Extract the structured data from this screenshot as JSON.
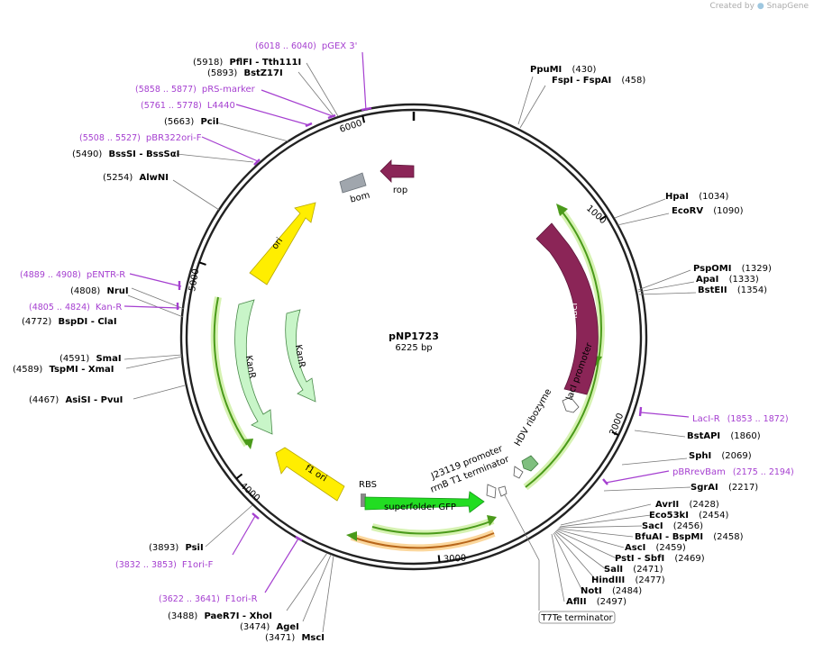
{
  "credit": {
    "prefix": "Created by",
    "brand": "SnapGene"
  },
  "plasmid": {
    "name": "pNP1723",
    "size": "6225 bp"
  },
  "ticks": [
    "1000",
    "2000",
    "3000",
    "4000",
    "5000",
    "6000"
  ],
  "features": [
    "lacI",
    "lacI promoter",
    "HDV ribozyme",
    "J23119 promoter",
    "rrnB T1 terminator",
    "RBS",
    "superfolder GFP",
    "T7Te terminator",
    "f1 ori",
    "KanR",
    "KanR",
    "ori",
    "bom",
    "rop"
  ],
  "sites": [
    {
      "pos": "(430)",
      "name": "PpuMI"
    },
    {
      "pos": "(458)",
      "name": "FspI",
      "alt": "FspAI"
    },
    {
      "pos": "(1034)",
      "name": "HpaI"
    },
    {
      "pos": "(1090)",
      "name": "EcoRV"
    },
    {
      "pos": "(1329)",
      "name": "PspOMI"
    },
    {
      "pos": "(1333)",
      "name": "ApaI"
    },
    {
      "pos": "(1354)",
      "name": "BstEII"
    },
    {
      "pos": "(1860)",
      "name": "BstAPI"
    },
    {
      "pos": "(2069)",
      "name": "SphI"
    },
    {
      "pos": "(2217)",
      "name": "SgrAI"
    },
    {
      "pos": "(2428)",
      "name": "AvrII"
    },
    {
      "pos": "(2454)",
      "name": "Eco53kI"
    },
    {
      "pos": "(2456)",
      "name": "SacI"
    },
    {
      "pos": "(2458)",
      "name": "BfuAI",
      "alt": "BspMI"
    },
    {
      "pos": "(2459)",
      "name": "AscI"
    },
    {
      "pos": "(2469)",
      "name": "PstI",
      "alt": "SbfI"
    },
    {
      "pos": "(2471)",
      "name": "SalI"
    },
    {
      "pos": "(2477)",
      "name": "HindIII"
    },
    {
      "pos": "(2484)",
      "name": "NotI"
    },
    {
      "pos": "(2497)",
      "name": "AflII"
    },
    {
      "pos": "(3471)",
      "name": "MscI"
    },
    {
      "pos": "(3474)",
      "name": "AgeI"
    },
    {
      "pos": "(3488)",
      "name": "PaeR7I",
      "alt": "XhoI"
    },
    {
      "pos": "(3893)",
      "name": "PsiI"
    },
    {
      "pos": "(4467)",
      "name": "AsiSI",
      "alt": "PvuI"
    },
    {
      "pos": "(4589)",
      "name": "TspMI",
      "alt": "XmaI"
    },
    {
      "pos": "(4591)",
      "name": "SmaI"
    },
    {
      "pos": "(4772)",
      "name": "BspDI",
      "alt": "ClaI"
    },
    {
      "pos": "(4808)",
      "name": "NruI"
    },
    {
      "pos": "(5254)",
      "name": "AlwNI"
    },
    {
      "pos": "(5490)",
      "name": "BssSI",
      "alt": "BssSαI"
    },
    {
      "pos": "(5663)",
      "name": "PciI"
    },
    {
      "pos": "(5893)",
      "name": "BstZ17I"
    },
    {
      "pos": "(5918)",
      "name": "PflFI",
      "alt": "Tth111I"
    }
  ],
  "primers": [
    {
      "range": "(6018 .. 6040)",
      "name": "pGEX 3'"
    },
    {
      "range": "(5858 .. 5877)",
      "name": "pRS-marker"
    },
    {
      "range": "(5761 .. 5778)",
      "name": "L4440"
    },
    {
      "range": "(5508 .. 5527)",
      "name": "pBR322ori-F"
    },
    {
      "range": "(4889 .. 4908)",
      "name": "pENTR-R"
    },
    {
      "range": "(4805 .. 4824)",
      "name": "Kan-R"
    },
    {
      "range": "(1853 .. 1872)",
      "name": "LacI-R"
    },
    {
      "range": "(2175 .. 2194)",
      "name": "pBRrevBam"
    },
    {
      "range": "(3832 .. 3853)",
      "name": "F1ori-F"
    },
    {
      "range": "(3622 .. 3641)",
      "name": "F1ori-R"
    }
  ],
  "colors": {
    "lacI": "#8b2557",
    "gfp": "#22dd22",
    "ori": "#ffee00",
    "f1ori": "#ffee00",
    "kanr": "#c8f5c8",
    "bom": "#a0a6ad",
    "rop": "#8b2557",
    "primer": "#a53fd0",
    "orf": "#4a9a1a",
    "orfGlow": "#d6f2b2",
    "orfRev": "#b8661a",
    "orfRevGlow": "#fbd79d"
  }
}
